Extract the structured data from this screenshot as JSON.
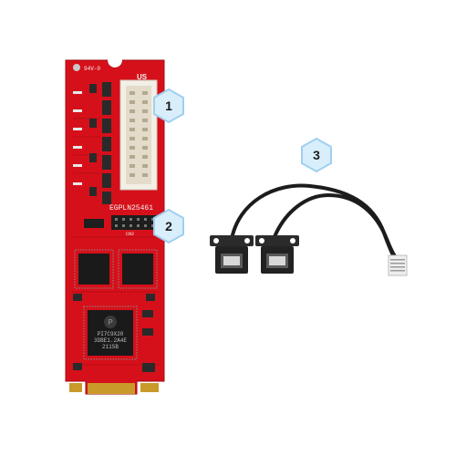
{
  "callouts": [
    {
      "number": "1"
    },
    {
      "number": "2"
    },
    {
      "number": "3"
    }
  ],
  "board": {
    "model_text": "EGPLN25461",
    "connector_label": "CN2",
    "chip_lines": [
      "PI7C9X20",
      "3DBE1.2A4E",
      "2115B"
    ],
    "marks": [
      "94V-0",
      "US"
    ]
  },
  "colors": {
    "pcb": "#d6101a",
    "callout_fill": "#d9eefb",
    "callout_stroke": "#9fd0f0",
    "cable": "#1c1c1c"
  }
}
